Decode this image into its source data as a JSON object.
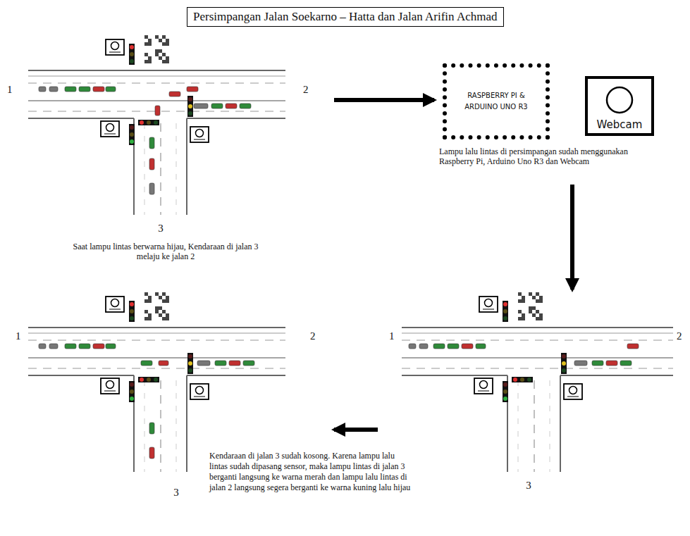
{
  "diagram": {
    "title": "Persimpangan Jalan Soekarno – Hatta dan Jalan Arifin Achmad",
    "nodes": [
      {
        "text": [
          "1",
          "2",
          "3",
          "Saat lampu lintas berwarna hijau, Kendaraan di jalan 3 melaju ke jalan 2"
        ]
      },
      {
        "text": [
          "RASPBERRY PI & ARDUINO UNO R3",
          "Lampu lalu lintas di persimpangan sudah menggunakan Raspberry Pi, Arduino Uno R3 dan Webcam"
        ]
      },
      {
        "text": [
          "Webcam"
        ]
      },
      {
        "text": [
          "1",
          "2",
          "3"
        ]
      },
      {
        "text": [
          "1",
          "2",
          "3"
        ]
      }
    ],
    "edges": [
      {
        "from": 0,
        "to": 1,
        "arrow": "to"
      },
      {
        "from": 1,
        "to": 3,
        "arrow": "to"
      },
      {
        "from": 3,
        "to": 4,
        "arrow": "to",
        "label": "Kendaraan di jalan 3 sudah kosong. Karena lampu lalu lintas sudah dipasang sensor, maka lampu lintas di jalan 3 berganti langsung ke warna merah dan lampu lalu lintas di jalan 2 langsung segera berganti ke warna kuning lalu hijau"
      }
    ]
  }
}
